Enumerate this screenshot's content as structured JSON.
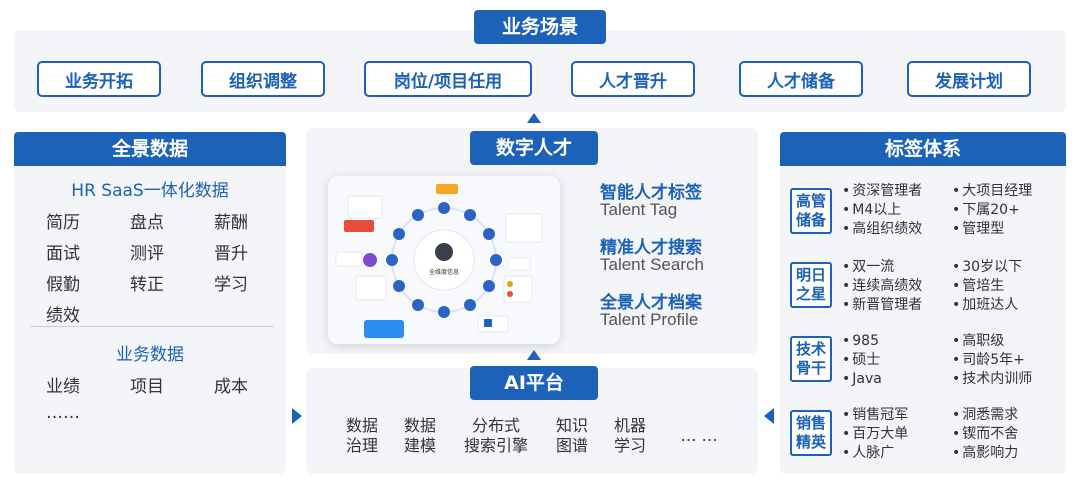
{
  "top": {
    "title": "业务场景",
    "items": [
      "业务开拓",
      "组织调整",
      "岗位/项目任用",
      "人才晋升",
      "人才储备",
      "发展计划"
    ]
  },
  "left": {
    "title": "全景数据",
    "saas_heading": "HR SaaS一体化数据",
    "saas_items": [
      "简历",
      "盘点",
      "薪酬",
      "面试",
      "测评",
      "晋升",
      "假勤",
      "转正",
      "学习",
      "绩效"
    ],
    "biz_heading": "业务数据",
    "biz_items": [
      "业绩",
      "项目",
      "成本"
    ],
    "biz_more": "……"
  },
  "center": {
    "title": "数字人才",
    "screen_center_label": "全维度信息",
    "talent": [
      {
        "cn": "智能人才标签",
        "en": "Talent Tag"
      },
      {
        "cn": "精准人才搜索",
        "en": "Talent Search"
      },
      {
        "cn": "全景人才档案",
        "en": "Talent Profile"
      }
    ]
  },
  "ai": {
    "title": "AI平台",
    "items": [
      {
        "l1": "数据",
        "l2": "治理"
      },
      {
        "l1": "数据",
        "l2": "建模"
      },
      {
        "l1": "分布式",
        "l2": "搜索引擎"
      },
      {
        "l1": "知识",
        "l2": "图谱"
      },
      {
        "l1": "机器",
        "l2": "学习"
      }
    ],
    "more": "… …"
  },
  "right": {
    "title": "标签体系",
    "groups": [
      {
        "label": "高管储备",
        "col1": [
          "资深管理者",
          "M4以上",
          "高组织绩效"
        ],
        "col2": [
          "大项目经理",
          "下属20+",
          "管理型"
        ]
      },
      {
        "label": "明日之星",
        "col1": [
          "双一流",
          "连续高绩效",
          "新晋管理者"
        ],
        "col2": [
          "30岁以下",
          "管培生",
          "加班达人"
        ]
      },
      {
        "label": "技术骨干",
        "col1": [
          "985",
          "硕士",
          "Java"
        ],
        "col2": [
          "高职级",
          "司龄5年+",
          "技术内训师"
        ]
      },
      {
        "label": "销售精英",
        "col1": [
          "销售冠军",
          "百万大单",
          "人脉广"
        ],
        "col2": [
          "洞悉需求",
          "锲而不舍",
          "高影响力"
        ]
      }
    ]
  },
  "colors": {
    "brand": "#1b62b8",
    "panel": "#f3f5f9"
  }
}
